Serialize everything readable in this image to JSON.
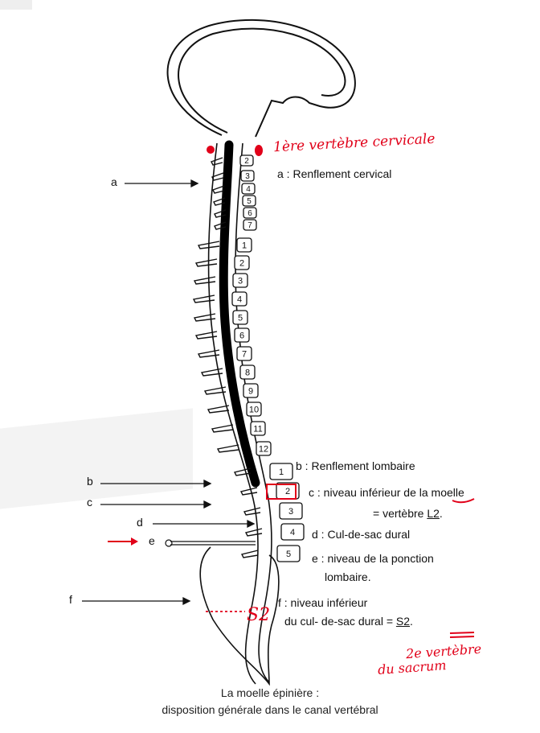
{
  "labels": {
    "a": "a",
    "b": "b",
    "c": "c",
    "d": "d",
    "e": "e",
    "f": "f"
  },
  "descriptions": {
    "a": "a : Renflement cervical",
    "b": "b : Renflement lombaire",
    "c_line1": "c : niveau inférieur de la moelle",
    "c_line2_prefix": "= vertèbre ",
    "c_line2_value": "L2",
    "c_line2_suffix": ".",
    "d": "d : Cul-de-sac dural",
    "e_line1": "e : niveau de la ponction",
    "e_line2": "lombaire.",
    "f_line1": "f : niveau inférieur",
    "f_line2_prefix": "du cul- de-sac dural = ",
    "f_line2_value": "S2",
    "f_line2_suffix": "."
  },
  "vertebrae": {
    "cervical": [
      "2",
      "3",
      "4",
      "5",
      "6",
      "7"
    ],
    "thoracic": [
      "1",
      "2",
      "3",
      "4",
      "5",
      "6",
      "7",
      "8",
      "9",
      "10",
      "11",
      "12"
    ],
    "lumbar": [
      "1",
      "2",
      "3",
      "4",
      "5"
    ]
  },
  "annotations": {
    "first_cervical": "1ère vertèbre cervicale",
    "s2": "S2",
    "sacrum_line1": "2e vertèbre",
    "sacrum_line2": "du sacrum"
  },
  "caption": {
    "line1": "La moelle épinière :",
    "line2": "disposition générale dans le canal vertébral"
  },
  "colors": {
    "annotation": "#e10019",
    "ink": "#111111",
    "cord": "#000000"
  }
}
